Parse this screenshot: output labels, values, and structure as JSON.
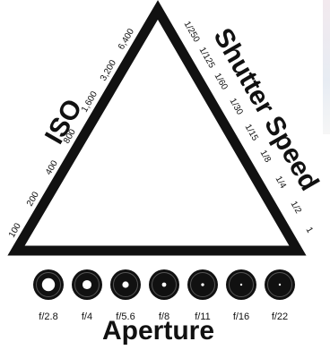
{
  "diagram": {
    "iso": {
      "title": "ISO",
      "ticks": [
        "100",
        "200",
        "400",
        "800",
        "1,600",
        "3,200",
        "6,400"
      ]
    },
    "shutter": {
      "title": "Shutter Speed",
      "ticks": [
        "1/250",
        "1/125",
        "1/60",
        "1/30",
        "1/15",
        "1/8",
        "1/4",
        "1/2",
        "1"
      ]
    },
    "aperture": {
      "title": "Aperture",
      "stops": [
        {
          "label": "f/2.8",
          "opening": 0.6
        },
        {
          "label": "f/4",
          "opening": 0.42
        },
        {
          "label": "f/5.6",
          "opening": 0.3
        },
        {
          "label": "f/8",
          "opening": 0.2
        },
        {
          "label": "f/11",
          "opening": 0.14
        },
        {
          "label": "f/16",
          "opening": 0.09
        },
        {
          "label": "f/22",
          "opening": 0.06
        }
      ]
    },
    "colors": {
      "ink": "#111111",
      "paper": "#ffffff"
    }
  }
}
